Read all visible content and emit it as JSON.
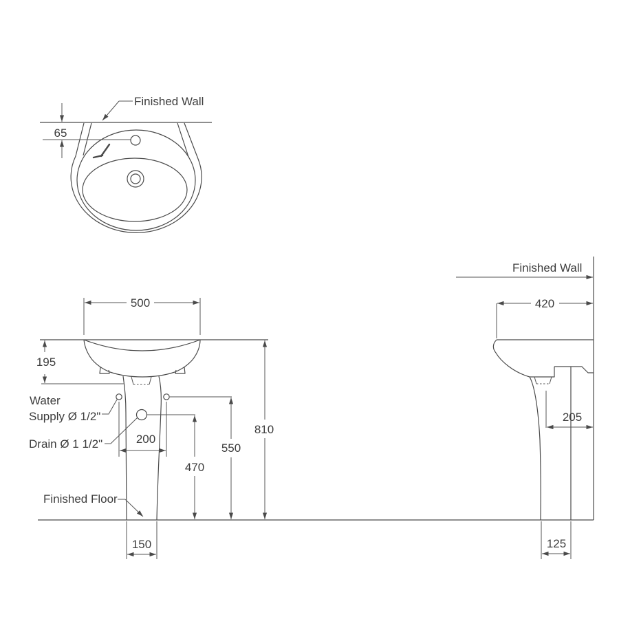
{
  "drawing": {
    "top_view": {
      "wall_label": "Finished Wall",
      "dim_faucet_offset": "65"
    },
    "front_view": {
      "dim_width": "500",
      "dim_rim_height": "195",
      "dim_overall_height": "810",
      "dim_supply_height": "550",
      "dim_drain_height": "470",
      "dim_supply_spacing": "200",
      "dim_pedestal_base_width": "150",
      "supply_label_line1": "Water",
      "supply_label_line2": "Supply Ø 1/2\"",
      "drain_label": "Drain Ø 1 1/2\"",
      "floor_label": "Finished Floor"
    },
    "side_view": {
      "wall_label": "Finished Wall",
      "dim_depth": "420",
      "dim_drain_offset": "205",
      "dim_pedestal_base_depth": "125"
    },
    "colors": {
      "line": "#4a4a4a",
      "text": "#3d3d3d",
      "background": "#ffffff"
    }
  }
}
